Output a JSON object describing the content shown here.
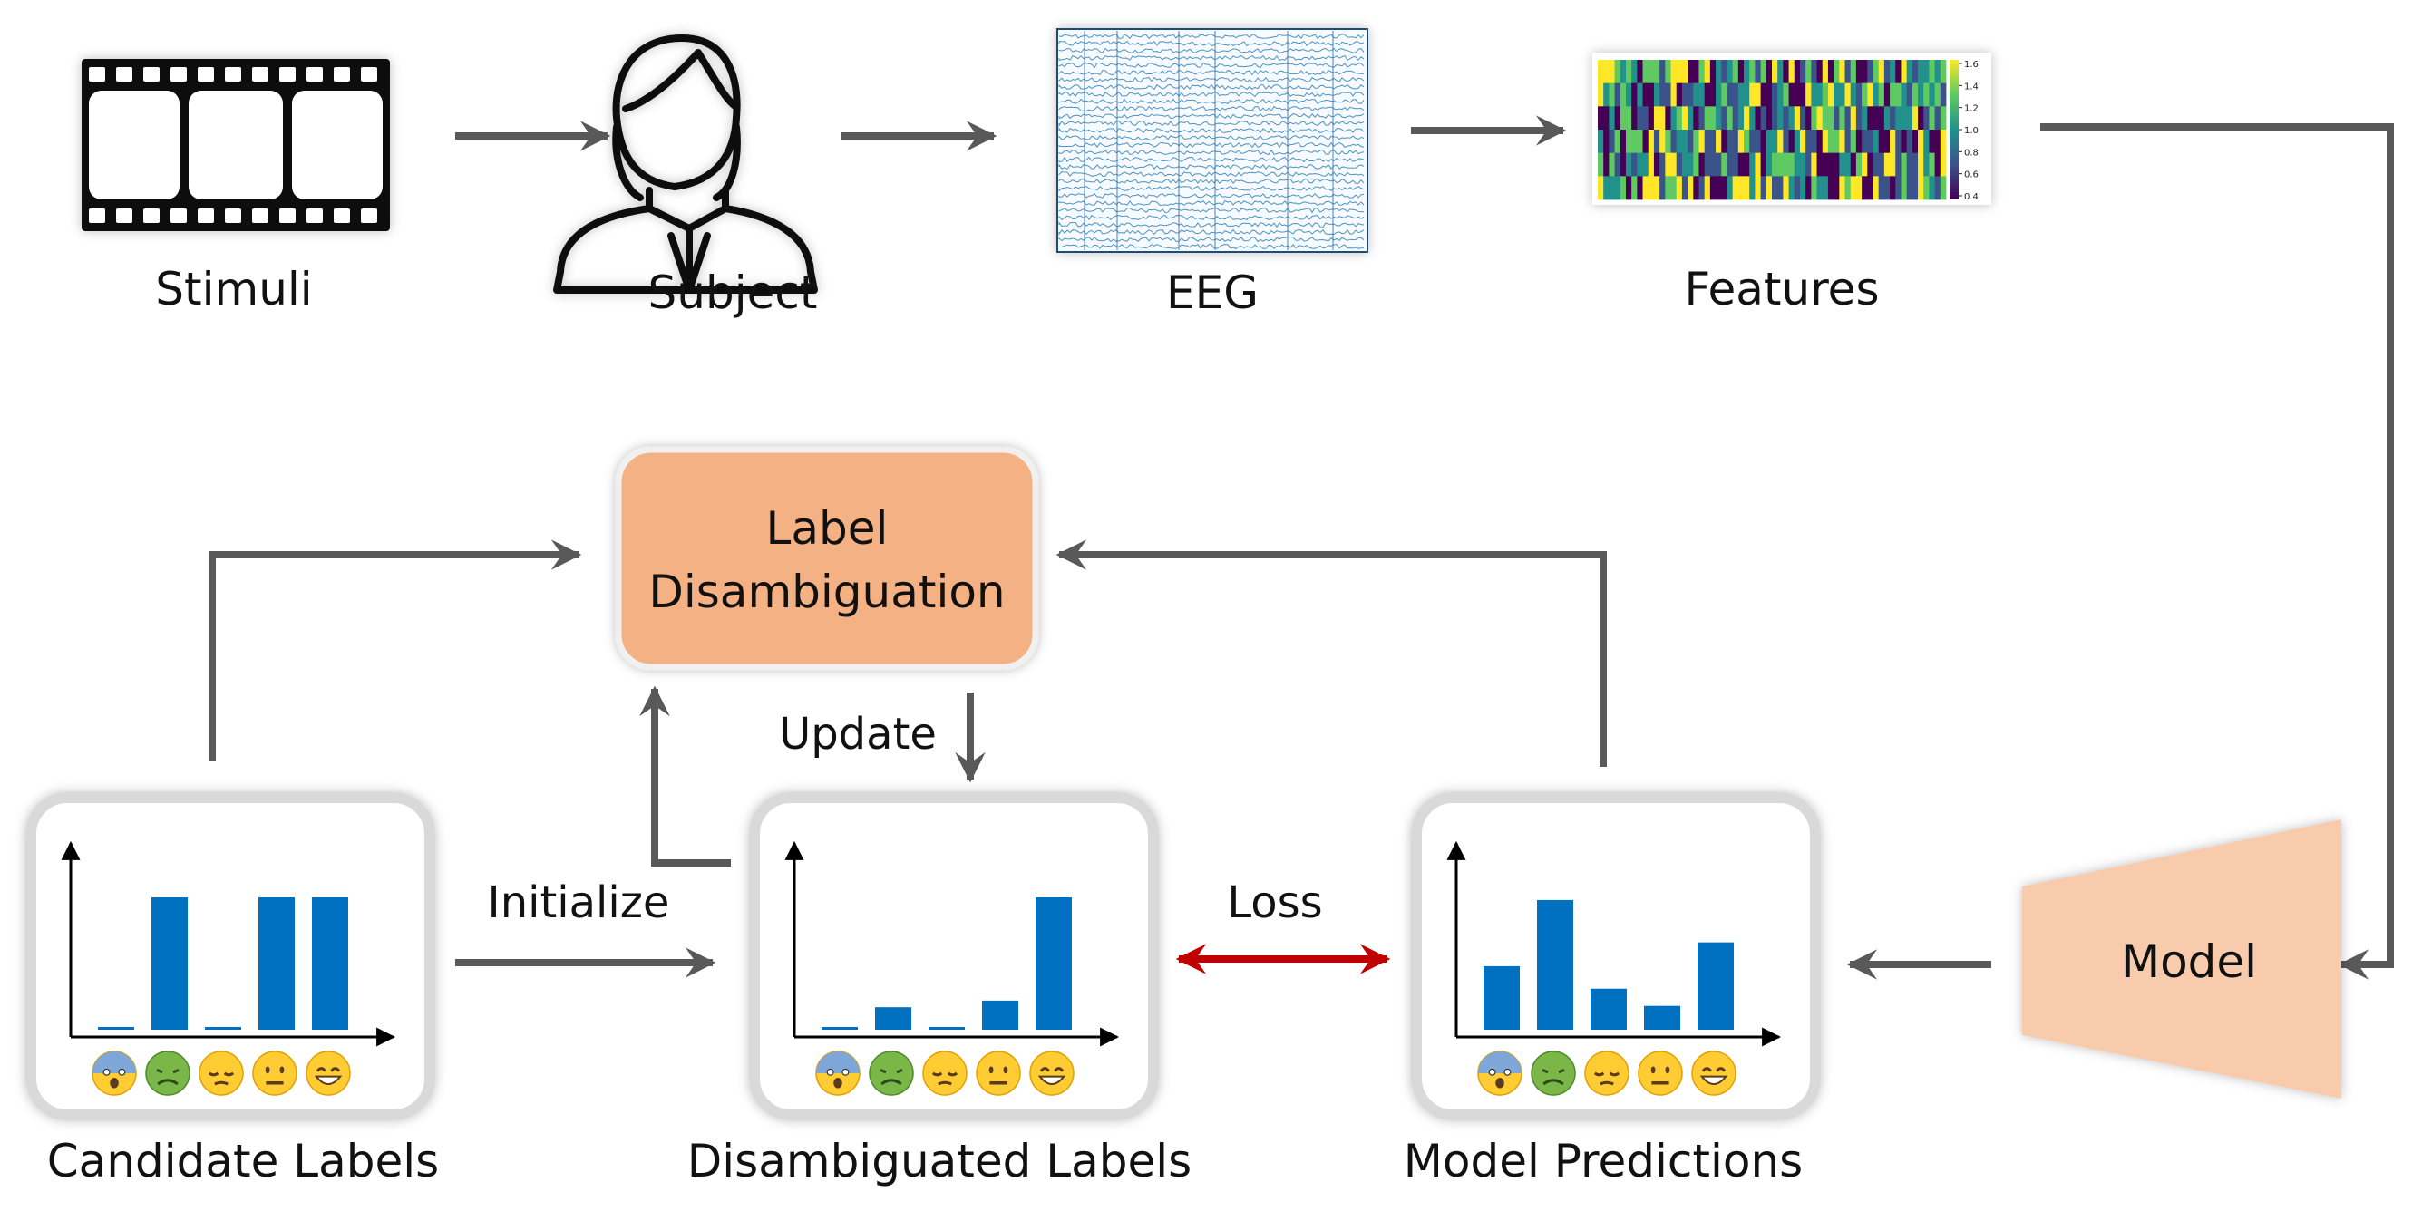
{
  "top_row": {
    "stimuli_label": "Stimuli",
    "subject_label": "Subject",
    "eeg_label": "EEG",
    "features_label": "Features",
    "colorbar_ticks": [
      "1.6",
      "1.4",
      "1.2",
      "1.0",
      "0.8",
      "0.6",
      "0.4"
    ]
  },
  "label_disambiguation": {
    "line1": "Label",
    "line2": "Disambiguation",
    "fill_color": "#f4b183"
  },
  "model": {
    "label": "Model",
    "fill_color": "#f8cbad"
  },
  "edges": {
    "update": "Update",
    "initialize": "Initialize",
    "loss": "Loss",
    "loss_color": "#c00000",
    "arrow_color": "#595959"
  },
  "emotion_icons": [
    "fearful-face-icon",
    "nauseated-face-icon",
    "pensive-face-icon",
    "neutral-face-icon",
    "grinning-face-icon"
  ],
  "bar_color": "#0070c0",
  "panels": [
    {
      "id": "candidate",
      "label": "Candidate Labels",
      "values": [
        0.02,
        1.0,
        0.02,
        1.0,
        1.0
      ]
    },
    {
      "id": "disambiguated",
      "label": "Disambiguated Labels",
      "values": [
        0.02,
        0.17,
        0.02,
        0.22,
        1.0
      ]
    },
    {
      "id": "predictions",
      "label": "Model Predictions",
      "values": [
        0.48,
        0.98,
        0.31,
        0.18,
        0.66
      ]
    }
  ]
}
